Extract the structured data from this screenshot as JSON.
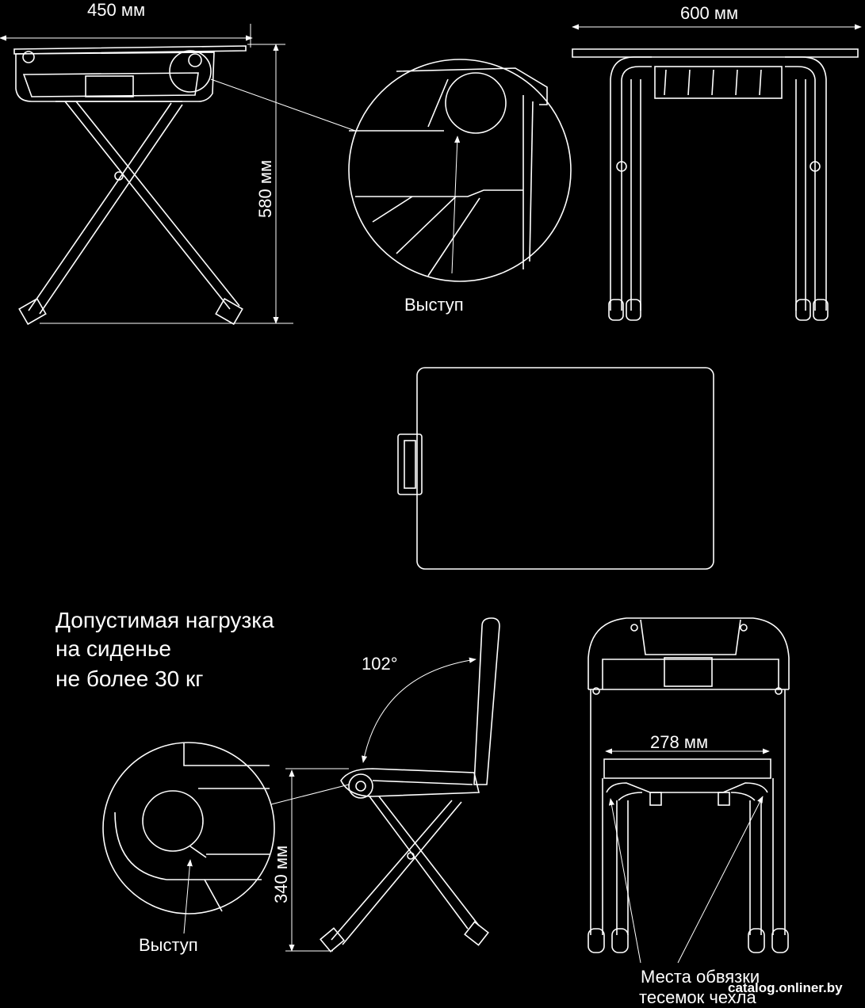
{
  "dimensions": {
    "table_depth": "450 мм",
    "table_width": "600 мм",
    "table_height": "580 мм",
    "chair_seat_height": "340 мм",
    "chair_inner_width": "278 мм",
    "backrest_angle": "102°"
  },
  "callouts": {
    "table_protrusion": "Выступ",
    "chair_protrusion": "Выступ",
    "cover_tie_points_line1": "Места обвязки",
    "cover_tie_points_line2": "тесемок чехла"
  },
  "load_note": {
    "line1": "Допустимая нагрузка",
    "line2": "на сиденье",
    "line3": "не более 30 кг"
  },
  "watermark": "catalog.onliner.by"
}
